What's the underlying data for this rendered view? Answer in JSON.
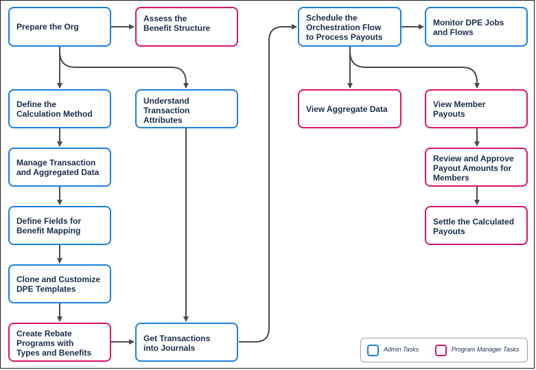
{
  "nodes": {
    "prepare_org": "Prepare the Org",
    "assess_benefit": "Assess the\nBenefit Structure",
    "define_calculation": "Define the\nCalculation Method",
    "understand_transaction": "Understand\nTransaction\nAttributes",
    "manage_transaction": "Manage Transaction\nand Aggregated Data",
    "define_fields": "Define Fields for\nBenefit Mapping",
    "clone_templates": "Clone and Customize\nDPE Templates",
    "create_rebate": "Create Rebate\nPrograms with\nTypes and Benefits",
    "get_transactions": "Get Transactions\ninto Journals",
    "schedule_flow": "Schedule the\nOrchestration Flow\nto Process Payouts",
    "monitor_dpe": "Monitor DPE Jobs\nand Flows",
    "view_aggregate": "View Aggregate Data",
    "view_member": "View Member Payouts",
    "review_approve": "Review and Approve\nPayout Amounts for\nMembers",
    "settle_payouts": "Settle the Calculated\nPayouts"
  },
  "legend": {
    "admin": "Admin Tasks",
    "program_manager": "Program Manager Tasks"
  },
  "colors": {
    "admin": "#1b7fe0",
    "program_manager": "#d6156a",
    "arrow": "#4a4a4a"
  }
}
